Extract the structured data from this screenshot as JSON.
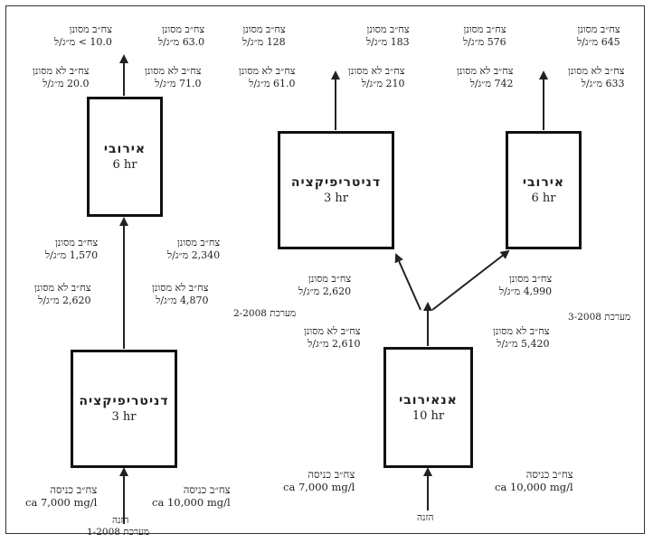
{
  "systems": {
    "s1": {
      "label": "מערכת 1-2008",
      "feed": "הזנה",
      "denit": {
        "name": "דניטריפיקציה",
        "time": "3 hr"
      },
      "aero": {
        "name": "אירובי",
        "time": "6 hr"
      },
      "inlet_left": {
        "head": "צח״ב כניסה",
        "val": "ca 7,000 mg/l"
      },
      "inlet_right": {
        "head": "צח״ב כניסה",
        "val": "ca 10,000 mg/l"
      },
      "mid_left_filtered": {
        "head": "צח״ב מסונן",
        "val": "1,570 מ״ג/ל"
      },
      "mid_left_unfiltered": {
        "head": "צח״ב לא מסונן",
        "val": "2,620 מ״ג/ל"
      },
      "mid_right_filtered": {
        "head": "צח״ב מסונן",
        "val": "2,340 מ״ג/ל"
      },
      "mid_right_unfiltered": {
        "head": "צח״ב לא מסונן",
        "val": "4,870 מ״ג/ל"
      },
      "out_left_filtered": {
        "head": "צח״ב מסונן",
        "val": "10.0 > מ״ג/ל"
      },
      "out_left_unfiltered": {
        "head": "צח״ב לא מסונן",
        "val": "20.0 מ״ג/ל"
      },
      "out_right_filtered": {
        "head": "צח״ב מסונן",
        "val": "63.0 מ״ג/ל"
      },
      "out_right_unfiltered": {
        "head": "צח״ב לא מסונן",
        "val": "71.0 מ״ג/ל"
      }
    },
    "s2s3": {
      "label2": "מערכת 2-2008",
      "label3": "מערכת 3-2008",
      "feed": "הזנה",
      "anaero": {
        "name": "אנאירובי",
        "time": "10 hr"
      },
      "denit": {
        "name": "דניטריפיקציה",
        "time": "3 hr"
      },
      "aero": {
        "name": "אירובי",
        "time": "6 hr"
      },
      "inlet_left": {
        "head": "צח״ב כניסה",
        "val": "ca 7,000 mg/l"
      },
      "inlet_right": {
        "head": "צח״ב כניסה",
        "val": "ca 10,000 mg/l"
      },
      "mid_left_filtered": {
        "head": "צח״ב מסונן",
        "val": "2,620 מ״ג/ל"
      },
      "mid_left_unfiltered": {
        "head": "צח״ב לא מסונן",
        "val": "2,610 מ״ג/ל"
      },
      "mid_right_filtered": {
        "head": "צח״ב מסונן",
        "val": "4,990 מ״ג/ל"
      },
      "mid_right_unfiltered": {
        "head": "צח״ב לא מסונן",
        "val": "5,420 מ״ג/ל"
      },
      "den_out_1_filtered": {
        "head": "צח״ב מסונן",
        "val": "128 מ״ג/ל"
      },
      "den_out_1_unfiltered": {
        "head": "צח״ב לא מסונן",
        "val": "61.0 מ״ג/ל"
      },
      "den_out_2_filtered": {
        "head": "צח״ב מסונן",
        "val": "183 מ״ג/ל"
      },
      "den_out_2_unfiltered": {
        "head": "צח״ב לא מסונן",
        "val": "210 מ״ג/ל"
      },
      "aero_out_1_filtered": {
        "head": "צח״ב מסונן",
        "val": "576 מ״ג/ל"
      },
      "aero_out_1_unfiltered": {
        "head": "צח״ב לא מסונן",
        "val": "742 מ״ג/ל"
      },
      "aero_out_2_filtered": {
        "head": "צח״ב מסונן",
        "val": "645 מ״ג/ל"
      },
      "aero_out_2_unfiltered": {
        "head": "צח״ב לא מסונן",
        "val": "633 מ״ג/ל"
      }
    }
  }
}
